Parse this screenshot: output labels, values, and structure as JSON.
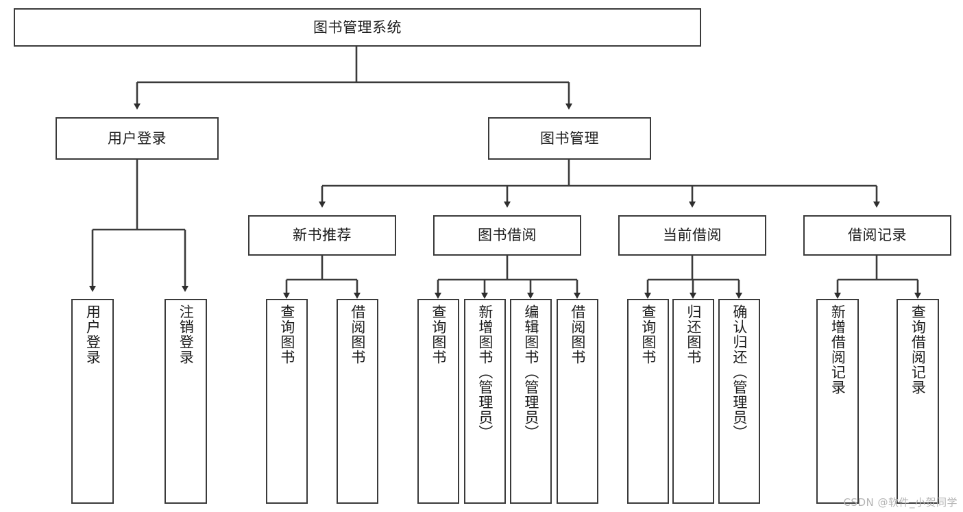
{
  "diagram": {
    "type": "tree",
    "title": "图书管理系统",
    "stroke_color": "#3a3a3a",
    "fill_color": "#ffffff",
    "text_color": "#1d1d1d",
    "root": {
      "id": "root",
      "label": "图书管理系统"
    },
    "level2": [
      {
        "id": "user-login",
        "label": "用户登录"
      },
      {
        "id": "book-manage",
        "label": "图书管理"
      }
    ],
    "level3": [
      {
        "id": "new-book-rec",
        "label": "新书推荐",
        "parent": "book-manage"
      },
      {
        "id": "book-borrow",
        "label": "图书借阅",
        "parent": "book-manage"
      },
      {
        "id": "current-borrow",
        "label": "当前借阅",
        "parent": "book-manage"
      },
      {
        "id": "borrow-record",
        "label": "借阅记录",
        "parent": "book-manage"
      }
    ],
    "leaves": [
      {
        "id": "leaf-user-login",
        "label": "用户登录",
        "parent": "user-login"
      },
      {
        "id": "leaf-logout-login",
        "label": "注销登录",
        "parent": "user-login"
      },
      {
        "id": "leaf-query-book-1",
        "label": "查询图书",
        "parent": "new-book-rec"
      },
      {
        "id": "leaf-borrow-book-1",
        "label": "借阅图书",
        "parent": "new-book-rec"
      },
      {
        "id": "leaf-query-book-2",
        "label": "查询图书",
        "parent": "book-borrow"
      },
      {
        "id": "leaf-add-book",
        "label": "新增图书（管理员）",
        "parent": "book-borrow"
      },
      {
        "id": "leaf-edit-book",
        "label": "编辑图书（管理员）",
        "parent": "book-borrow"
      },
      {
        "id": "leaf-borrow-book-2",
        "label": "借阅图书",
        "parent": "book-borrow"
      },
      {
        "id": "leaf-query-book-3",
        "label": "查询图书",
        "parent": "current-borrow"
      },
      {
        "id": "leaf-return-book",
        "label": "归还图书",
        "parent": "current-borrow"
      },
      {
        "id": "leaf-confirm-return",
        "label": "确认归还（管理员）",
        "parent": "current-borrow"
      },
      {
        "id": "leaf-add-record",
        "label": "新增借阅记录",
        "parent": "borrow-record"
      },
      {
        "id": "leaf-query-record",
        "label": "查询借阅记录",
        "parent": "borrow-record"
      }
    ]
  },
  "watermark": {
    "text": "CSDN @软件_小贺同学"
  }
}
